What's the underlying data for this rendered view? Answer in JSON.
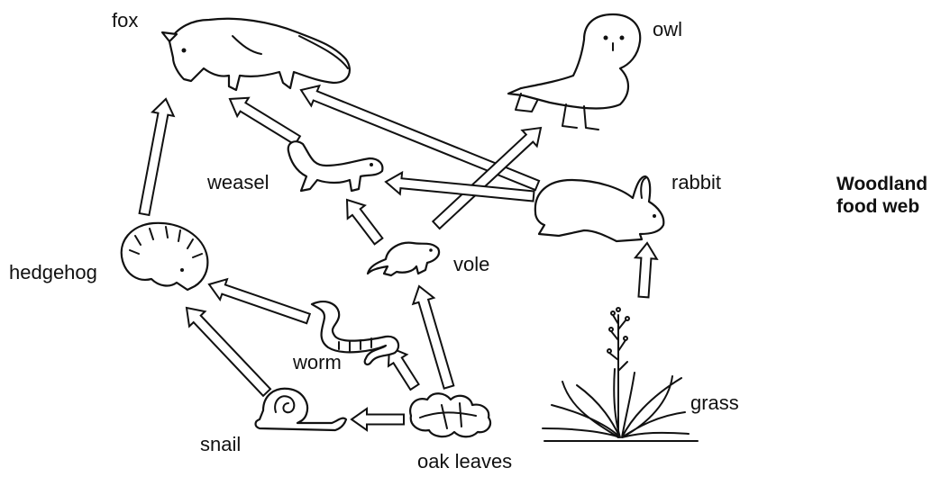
{
  "title": {
    "line1": "Woodland",
    "line2": "food web"
  },
  "organisms": {
    "fox": "fox",
    "owl": "owl",
    "weasel": "weasel",
    "rabbit": "rabbit",
    "hedgehog": "hedgehog",
    "vole": "vole",
    "worm": "worm",
    "snail": "snail",
    "oak_leaves": "oak leaves",
    "grass": "grass"
  },
  "feeding_links": [
    {
      "from": "hedgehog",
      "to": "fox"
    },
    {
      "from": "weasel",
      "to": "fox"
    },
    {
      "from": "rabbit",
      "to": "fox"
    },
    {
      "from": "vole",
      "to": "owl"
    },
    {
      "from": "rabbit",
      "to": "weasel"
    },
    {
      "from": "vole",
      "to": "weasel"
    },
    {
      "from": "worm",
      "to": "hedgehog"
    },
    {
      "from": "snail",
      "to": "hedgehog"
    },
    {
      "from": "oak_leaves",
      "to": "vole"
    },
    {
      "from": "oak_leaves",
      "to": "worm"
    },
    {
      "from": "oak_leaves",
      "to": "snail"
    },
    {
      "from": "grass",
      "to": "rabbit"
    }
  ],
  "colors": {
    "ink": "#111111",
    "background": "#ffffff"
  }
}
